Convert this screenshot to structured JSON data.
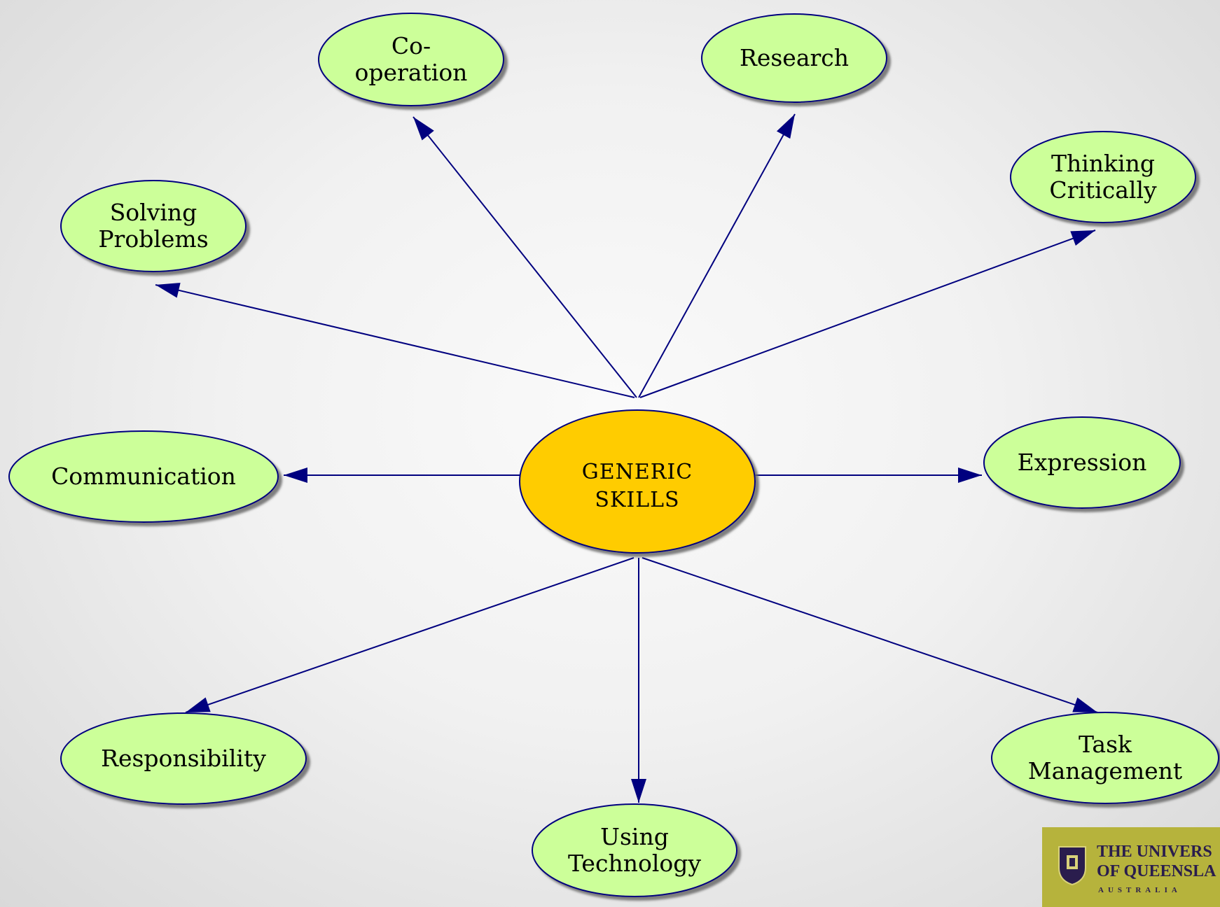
{
  "center": {
    "line1": "GENERIC",
    "line2": "SKILLS",
    "fill": "#ffcc00"
  },
  "node_fill": "#ccff99",
  "stroke_color": "#00007f",
  "nodes": [
    {
      "id": "co-operation",
      "lines": [
        "Co-",
        "operation"
      ]
    },
    {
      "id": "research",
      "lines": [
        "Research"
      ]
    },
    {
      "id": "thinking-critically",
      "lines": [
        "Thinking",
        "Critically"
      ]
    },
    {
      "id": "solving-problems",
      "lines": [
        "Solving",
        "Problems"
      ]
    },
    {
      "id": "communication",
      "lines": [
        "Communication"
      ]
    },
    {
      "id": "expression",
      "lines": [
        "Expression"
      ]
    },
    {
      "id": "responsibility",
      "lines": [
        "Responsibility"
      ]
    },
    {
      "id": "using-technology",
      "lines": [
        "Using",
        "Technology"
      ]
    },
    {
      "id": "task-management",
      "lines": [
        "Task",
        "Management"
      ]
    }
  ],
  "logo": {
    "line1": "THE UNIVERS",
    "line2": "OF QUEENSLA",
    "line3": "AUSTRALIA"
  }
}
